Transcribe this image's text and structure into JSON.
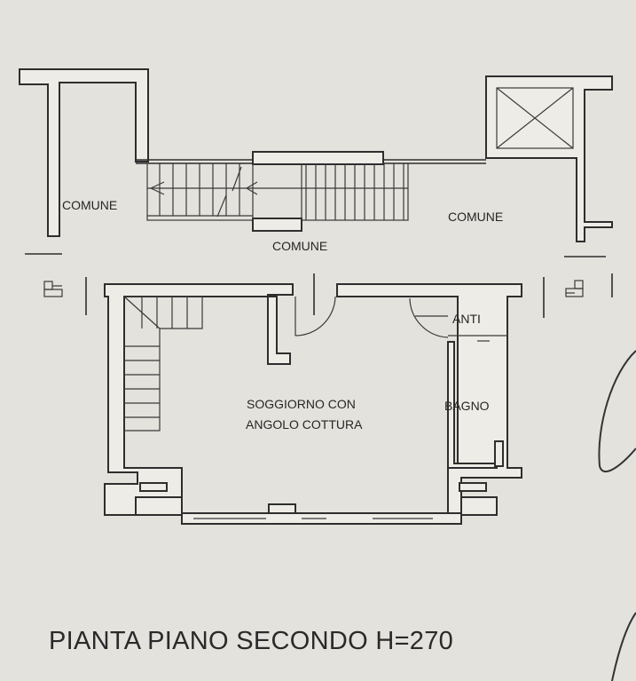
{
  "plan": {
    "title": "PIANTA PIANO SECONDO H=270",
    "rooms": {
      "common_left": "COMUNE",
      "common_right": "COMUNE",
      "common_center": "COMUNE",
      "anti": "ANTI",
      "bagno": "BAGNO",
      "living_line1": "SOGGIORNO CON",
      "living_line2": "ANGOLO COTTURA"
    },
    "icons": [
      "staircase-icon",
      "elevator-shaft-icon",
      "door-swing-icon",
      "electrical-symbol-icon",
      "signature-mark"
    ],
    "colors": {
      "paper": "#e4e2dc",
      "ink": "#2e2e2e"
    }
  }
}
